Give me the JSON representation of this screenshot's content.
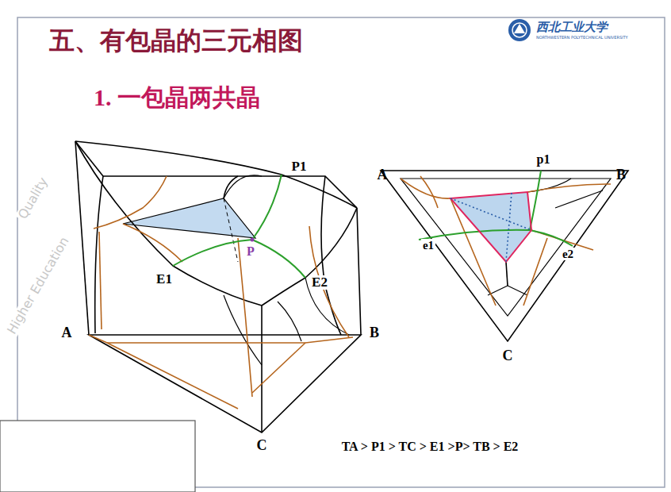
{
  "diagram": {
    "title": "五、有包晶的三元相图",
    "labels": [
      "1. 一包晶两共晶",
      "西北工业大学",
      "NORTHWESTERN POLYTECHNICAL UNIVERSITY",
      "Quality",
      "Higher Education",
      "P1",
      "E1",
      "P",
      "E2",
      "A",
      "B",
      "C",
      "A",
      "B",
      "p1",
      "e1",
      "e2",
      "C",
      "TA > P1 > TC > E1 >P> TB > E2"
    ]
  }
}
